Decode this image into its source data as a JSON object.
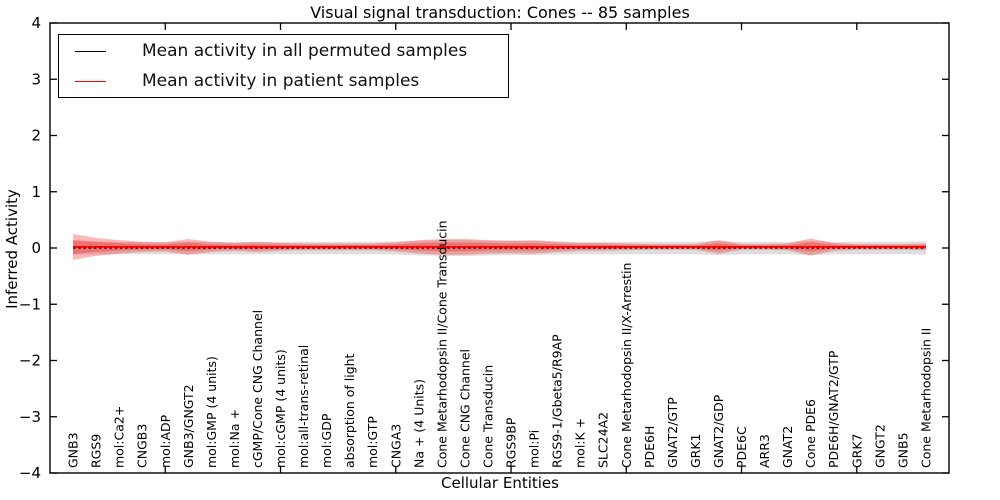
{
  "title": "Visual signal transduction: Cones -- 85 samples",
  "legend": {
    "items": [
      {
        "label": "Mean activity in all permuted samples",
        "color": "#000000"
      },
      {
        "label": "Mean activity in patient samples",
        "color": "#ff0000"
      }
    ]
  },
  "colors": {
    "permuted_line": "#000000",
    "patient_line": "#ff0000",
    "patient_band": "rgba(255,0,0,0.28)",
    "permuted_band": "rgba(0,0,0,0.13)",
    "axis": "#000000"
  },
  "chart_data": {
    "type": "line",
    "title": "Visual signal transduction: Cones -- 85 samples",
    "xlabel": "Cellular Entities",
    "ylabel": "Inferred Activity",
    "ylim": [
      -4,
      4
    ],
    "yticks": [
      4,
      3,
      2,
      1,
      0,
      -1,
      -2,
      -3,
      -4
    ],
    "xtick_interval": 5,
    "grid": false,
    "legend_position": "upper left",
    "categories": [
      "GNB3",
      "RGS9",
      "mol:Ca2+",
      "CNGB3",
      "mol:ADP",
      "GNB3/GNGT2",
      "mol:GMP (4 units)",
      "mol:Na +",
      "cGMP/Cone CNG Channel",
      "mol:cGMP (4 units)",
      "mol:all-trans-retinal",
      "mol:GDP",
      "absorption of light",
      "mol:GTP",
      "CNGA3",
      "Na + (4 Units)",
      "Cone Metarhodopsin II/Cone Transducin",
      "Cone CNG Channel",
      "Cone Transducin",
      "RGS9BP",
      "mol:Pi",
      "RGS9-1/Gbeta5/R9AP",
      "mol:K +",
      "SLC24A2",
      "Cone Metarhodopsin II/X-Arrestin",
      "PDE6H",
      "GNAT2/GTP",
      "GRK1",
      "GNAT2/GDP",
      "PDE6C",
      "ARR3",
      "GNAT2",
      "Cone PDE6",
      "PDE6H/GNAT2/GTP",
      "GRK7",
      "GNGT2",
      "GNB5",
      "Cone Metarhodopsin II"
    ],
    "series": [
      {
        "name": "Mean activity in all permuted samples",
        "color": "#000000",
        "line_style": "dashed",
        "mean": 0.0,
        "band_halfwidth": [
          0.12,
          0.115,
          0.11,
          0.11,
          0.11,
          0.115,
          0.11,
          0.11,
          0.11,
          0.11,
          0.11,
          0.11,
          0.11,
          0.11,
          0.115,
          0.13,
          0.14,
          0.14,
          0.13,
          0.125,
          0.125,
          0.115,
          0.11,
          0.11,
          0.11,
          0.11,
          0.11,
          0.11,
          0.125,
          0.11,
          0.11,
          0.11,
          0.13,
          0.11,
          0.11,
          0.11,
          0.11,
          0.115
        ]
      },
      {
        "name": "Mean activity in patient samples",
        "color": "#ff0000",
        "line_style": "solid",
        "mean": 0.02,
        "band_halfwidth": [
          0.23,
          0.16,
          0.12,
          0.09,
          0.08,
          0.14,
          0.09,
          0.07,
          0.09,
          0.07,
          0.06,
          0.06,
          0.06,
          0.06,
          0.08,
          0.12,
          0.14,
          0.14,
          0.12,
          0.11,
          0.12,
          0.09,
          0.07,
          0.07,
          0.06,
          0.05,
          0.05,
          0.05,
          0.12,
          0.05,
          0.05,
          0.06,
          0.15,
          0.07,
          0.05,
          0.05,
          0.05,
          0.06
        ]
      }
    ]
  }
}
